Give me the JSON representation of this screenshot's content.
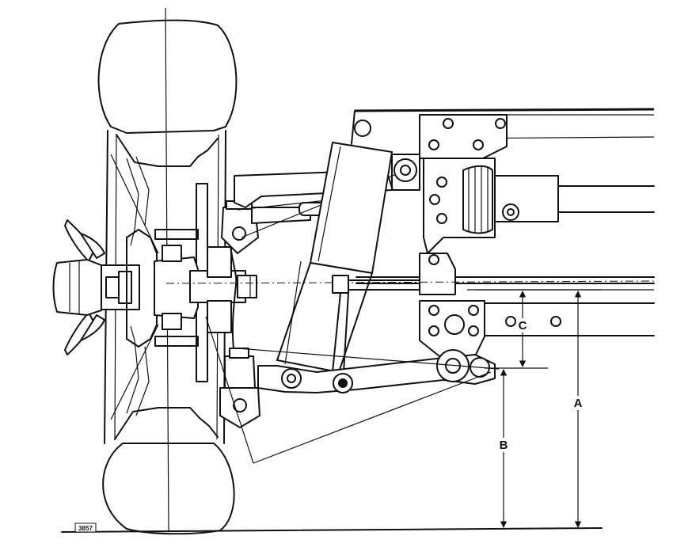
{
  "diagram": {
    "figure_number": "3857",
    "dimension_labels": {
      "a": "A",
      "b": "B",
      "c": "C"
    }
  }
}
